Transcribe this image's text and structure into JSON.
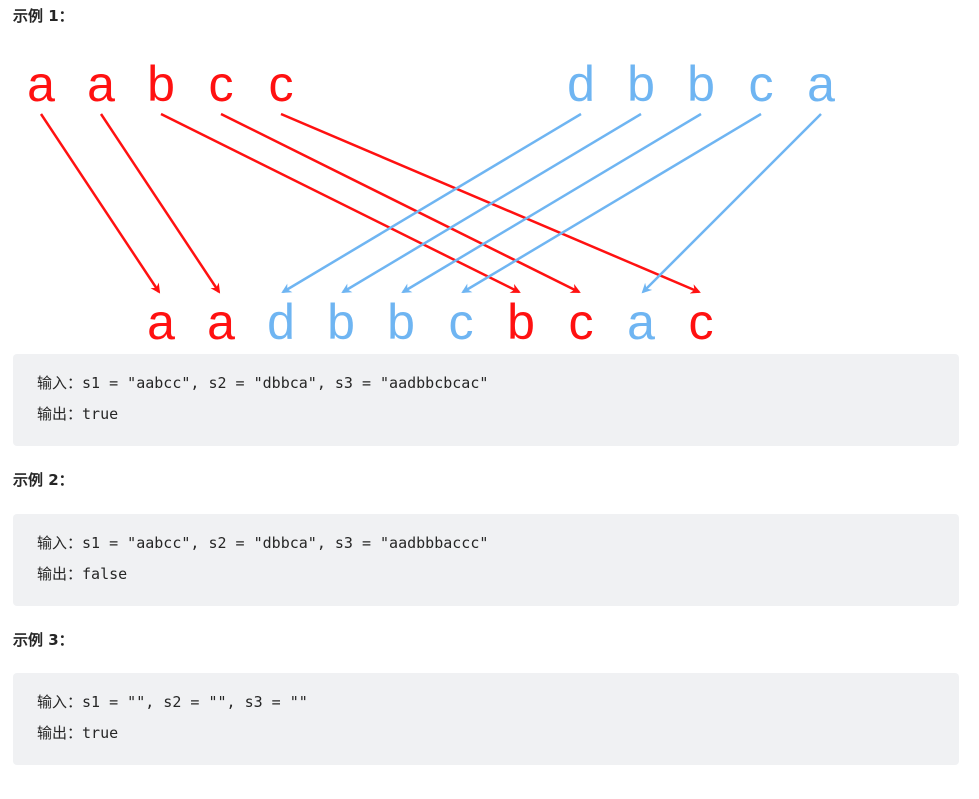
{
  "examples": [
    {
      "heading": "示例 1：",
      "diagram": {
        "s1": [
          "a",
          "a",
          "b",
          "c",
          "c"
        ],
        "s2": [
          "d",
          "b",
          "b",
          "c",
          "a"
        ],
        "s3": [
          {
            "ch": "a",
            "from": "s1"
          },
          {
            "ch": "a",
            "from": "s1"
          },
          {
            "ch": "d",
            "from": "s2"
          },
          {
            "ch": "b",
            "from": "s2"
          },
          {
            "ch": "b",
            "from": "s2"
          },
          {
            "ch": "c",
            "from": "s2"
          },
          {
            "ch": "b",
            "from": "s1"
          },
          {
            "ch": "c",
            "from": "s1"
          },
          {
            "ch": "a",
            "from": "s2"
          },
          {
            "ch": "c",
            "from": "s1"
          }
        ],
        "s1_targets": [
          0,
          1,
          6,
          7,
          9
        ],
        "s2_targets": [
          2,
          3,
          4,
          5,
          8
        ],
        "colors": {
          "s1": "#ff1111",
          "s2": "#6fb5f2"
        }
      },
      "input_label": "输入：",
      "input_text": "s1 = \"aabcc\", s2 = \"dbbca\", s3 = \"aadbbcbcac\"",
      "output_label": "输出：",
      "output_text": "true"
    },
    {
      "heading": "示例 2：",
      "input_label": "输入：",
      "input_text": "s1 = \"aabcc\", s2 = \"dbbca\", s3 = \"aadbbbaccc\"",
      "output_label": "输出：",
      "output_text": "false"
    },
    {
      "heading": "示例 3：",
      "input_label": "输入：",
      "input_text": "s1 = \"\", s2 = \"\", s3 = \"\"",
      "output_label": "输出：",
      "output_text": "true"
    }
  ]
}
